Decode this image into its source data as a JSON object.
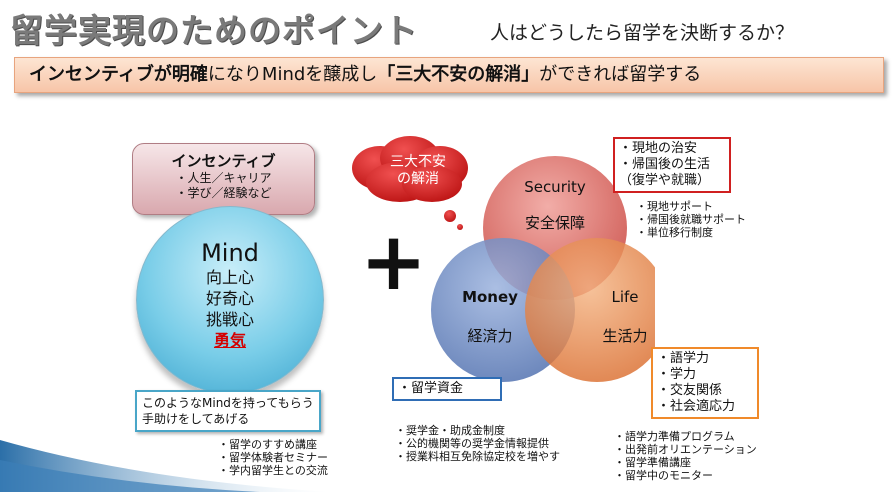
{
  "title": "留学実現のためのポイント",
  "subtitle": "人はどうしたら留学を決断するか？",
  "banner": {
    "part1": "インセンティブが明確",
    "part2": "になりMindを醸成し",
    "part3": "「三大不安の解消」",
    "part4": "ができれば留学する"
  },
  "incentive": {
    "title": "インセンティブ",
    "items": [
      "・人生／キャリア",
      "・学び／経験など"
    ]
  },
  "mind": {
    "title": "Mind",
    "items": [
      "向上心",
      "好奇心",
      "挑戦心"
    ],
    "highlight": "勇気"
  },
  "plus_sign": "+",
  "mind_support": {
    "text": "このようなMindを持ってもらう手助けをしてあげる",
    "items": [
      "・留学のすすめ講座",
      "・留学体験者セミナー",
      "・学内留学生との交流"
    ]
  },
  "cloud": {
    "line1": "三大不安",
    "line2": "の解消"
  },
  "venn": {
    "security": {
      "label": "Security",
      "sub": "安全保障"
    },
    "money": {
      "label": "Money",
      "sub": "経済力"
    },
    "life": {
      "label": "Life",
      "sub": "生活力"
    }
  },
  "security_concerns": [
    "・現地の治安",
    "・帰国後の生活",
    "（復学や就職）"
  ],
  "security_support": [
    "・現地サポート",
    "・帰国後就職サポート",
    "・単位移行制度"
  ],
  "money_concern": "・留学資金",
  "money_support": [
    "・奨学金・助成金制度",
    "・公的機関等の奨学金情報提供",
    "・授業料相互免除協定校を増やす"
  ],
  "life_concerns": [
    "・語学力",
    "・学力",
    "・交友関係",
    "・社会適応力"
  ],
  "life_support": [
    "・語学力準備プログラム",
    "・出発前オリエンテーション",
    "・留学準備講座",
    "・留学中のモニター"
  ],
  "colors": {
    "security": "#c9463f",
    "money": "#4f6fae",
    "life": "#e07a3a",
    "cloud": "#d42020",
    "mind": "#79cde8"
  }
}
